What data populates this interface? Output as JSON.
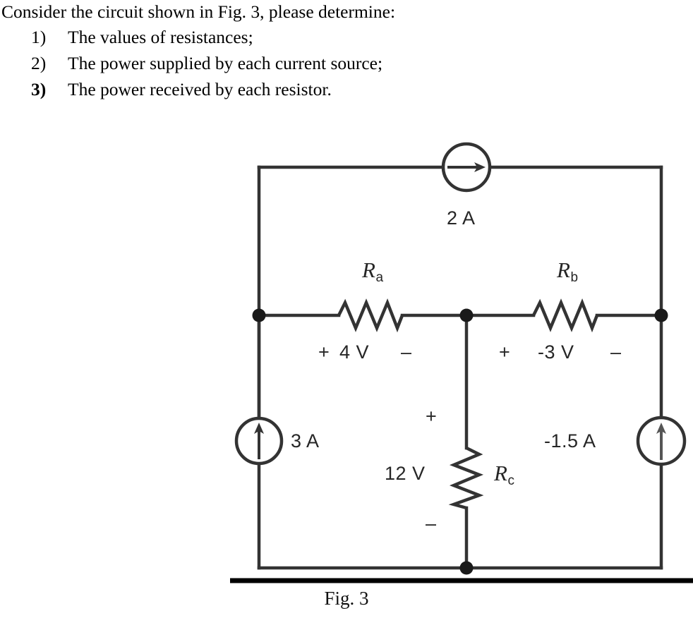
{
  "question": {
    "intro": "Consider the circuit shown in Fig. 3, please determine:",
    "items": [
      {
        "number": "1)",
        "text": "The values of resistances;"
      },
      {
        "number": "2)",
        "text": "The power supplied by each current source;"
      },
      {
        "number": "3)",
        "text": "The power received by each resistor."
      }
    ]
  },
  "figure": {
    "caption": "Fig. 3",
    "circuit": {
      "sources": [
        {
          "id": "top",
          "label": "2 A",
          "direction": "right",
          "symbol": "current-source"
        },
        {
          "id": "left",
          "label": "3 A",
          "direction": "up",
          "symbol": "current-source"
        },
        {
          "id": "right",
          "label": "-1.5 A",
          "direction": "up",
          "symbol": "current-source"
        }
      ],
      "resistors": [
        {
          "id": "Ra",
          "name": "R",
          "subscript": "a",
          "orientation": "horizontal",
          "voltage": "4 V",
          "plus": "+",
          "minus": "–"
        },
        {
          "id": "Rb",
          "name": "R",
          "subscript": "b",
          "orientation": "horizontal",
          "voltage": "-3 V",
          "plus": "+",
          "minus": "–"
        },
        {
          "id": "Rc",
          "name": "R",
          "subscript": "c",
          "orientation": "vertical",
          "voltage": "12 V",
          "plus": "+",
          "minus": "–"
        }
      ],
      "colors": {
        "wire": "#333333",
        "node": "#1a1a1a",
        "label": "#262626",
        "background": "#ffffff"
      }
    }
  }
}
